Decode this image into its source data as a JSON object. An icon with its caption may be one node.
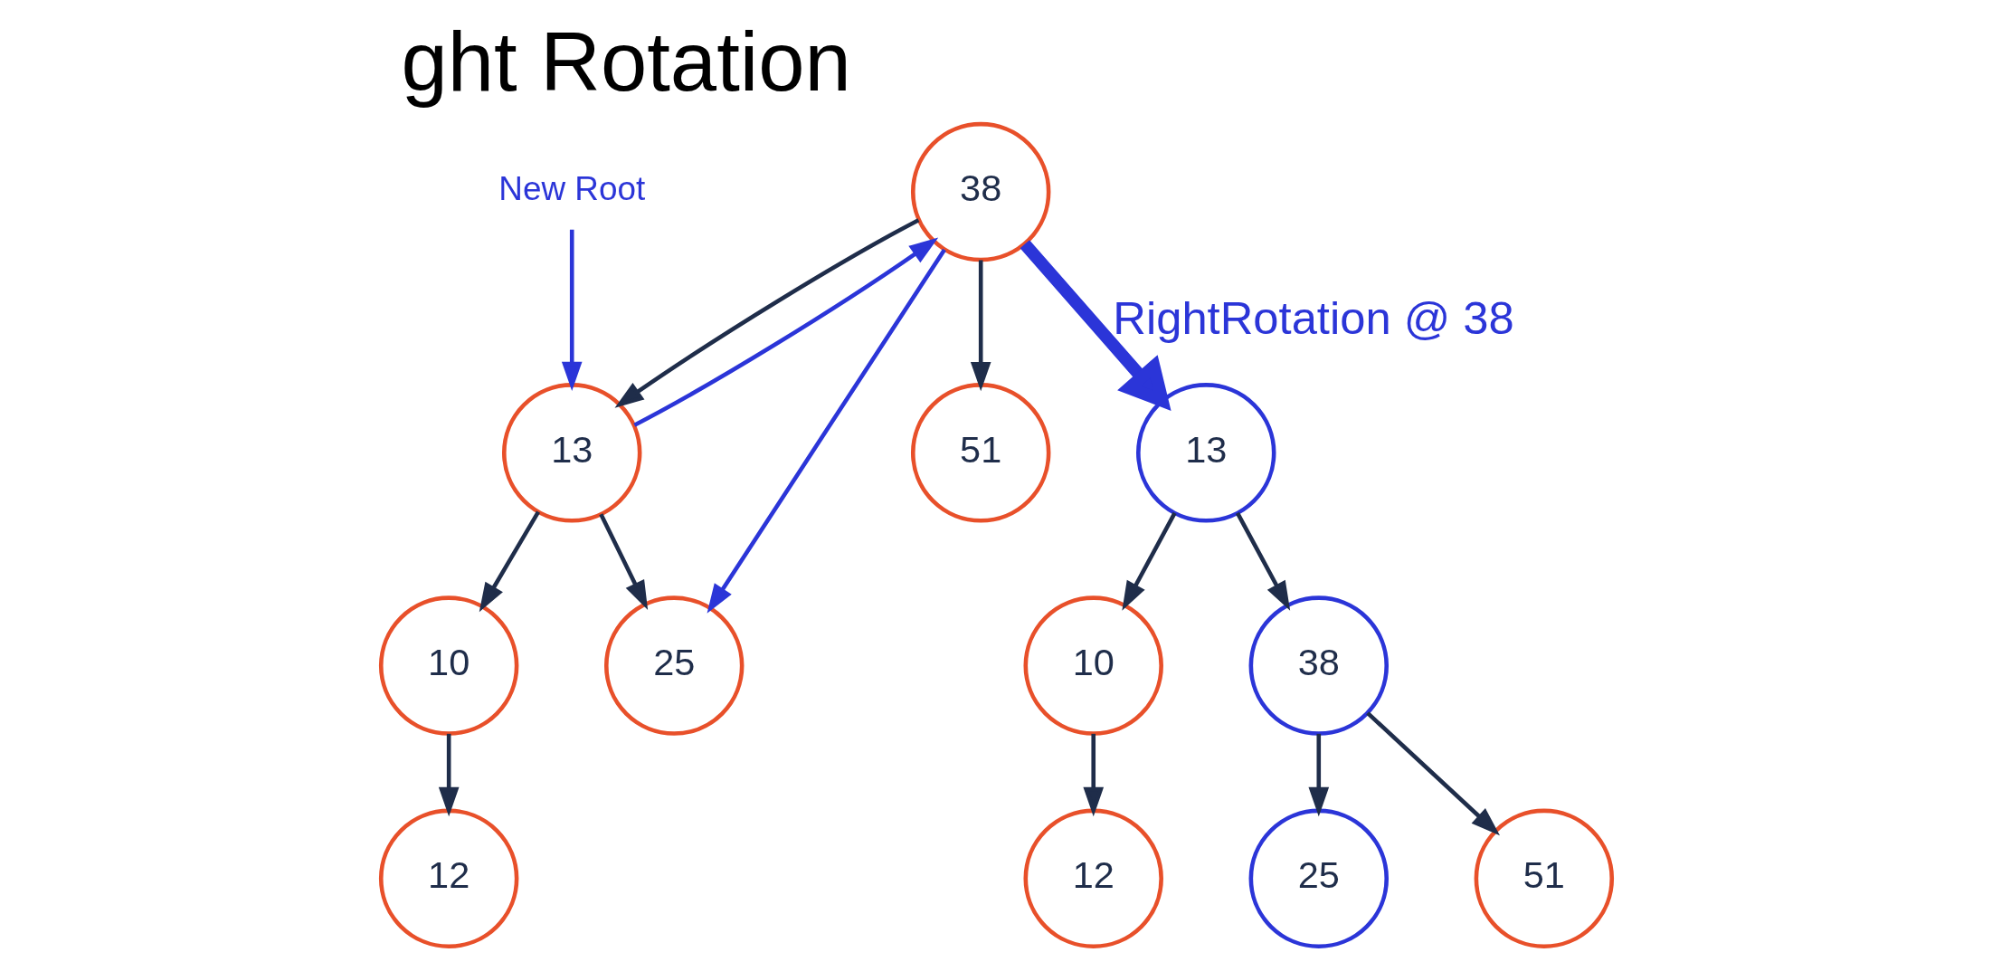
{
  "diagram": {
    "title": "ght Rotation",
    "nodes": [
      {
        "text": [
          "38"
        ]
      },
      {
        "text": [
          "13"
        ]
      },
      {
        "text": [
          "51"
        ]
      },
      {
        "text": [
          "10"
        ]
      },
      {
        "text": [
          "25"
        ]
      },
      {
        "text": [
          "12"
        ]
      },
      {
        "text": [
          "13"
        ]
      },
      {
        "text": [
          "10"
        ]
      },
      {
        "text": [
          "38"
        ]
      },
      {
        "text": [
          "12"
        ]
      },
      {
        "text": [
          "25"
        ]
      },
      {
        "text": [
          "51"
        ]
      },
      {
        "text": [
          "New Root"
        ]
      }
    ],
    "edges": [
      {
        "from": 0,
        "to": 1,
        "arrow": "to"
      },
      {
        "from": 0,
        "to": 2,
        "arrow": "to"
      },
      {
        "from": 1,
        "to": 3,
        "arrow": "to"
      },
      {
        "from": 1,
        "to": 4,
        "arrow": "to"
      },
      {
        "from": 3,
        "to": 5,
        "arrow": "to"
      },
      {
        "from": 6,
        "to": 7,
        "arrow": "to"
      },
      {
        "from": 6,
        "to": 8,
        "arrow": "to"
      },
      {
        "from": 7,
        "to": 9,
        "arrow": "to"
      },
      {
        "from": 8,
        "to": 10,
        "arrow": "to"
      },
      {
        "from": 8,
        "to": 11,
        "arrow": "to"
      },
      {
        "from": 12,
        "to": 1,
        "arrow": "to",
        "color": "#2b35d8"
      },
      {
        "from": 1,
        "to": 0,
        "arrow": "to",
        "color": "#2b35d8"
      },
      {
        "from": 0,
        "to": 4,
        "arrow": "to",
        "color": "#2b35d8"
      },
      {
        "from": 0,
        "to": 6,
        "arrow": "to",
        "label": "RightRotation @ 38",
        "style": "thick",
        "color": "#2b35d8"
      }
    ]
  }
}
